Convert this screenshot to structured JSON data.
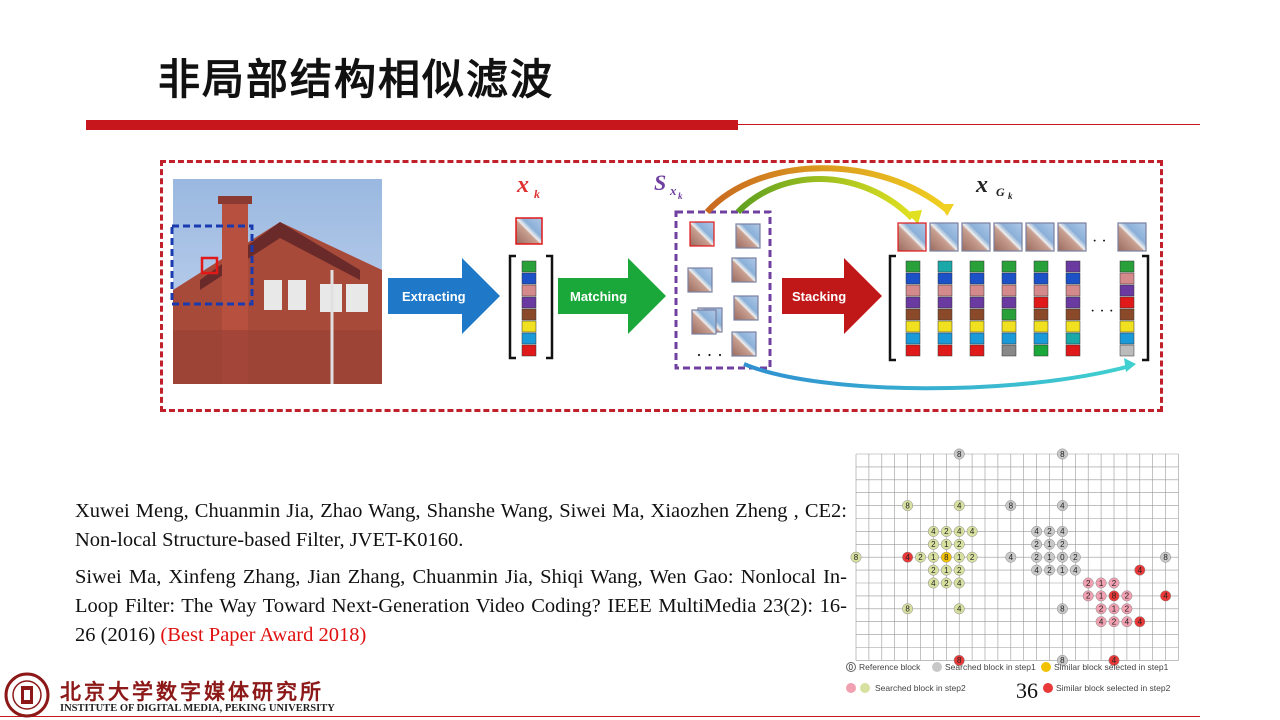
{
  "slide": {
    "title": "非局部结构相似滤波",
    "page_number": "36"
  },
  "figure": {
    "labels": {
      "extracting": "Extracting",
      "matching": "Matching",
      "stacking": "Stacking",
      "xk_main": "x",
      "xk_sub": "k",
      "sxk_main": "S",
      "sxk_sub1": "x",
      "sxk_sub2": "k",
      "xgk_main": "x",
      "xgk_sub1": "G",
      "xgk_sub2": "k",
      "ellipsis": "· · ·"
    },
    "colors": {
      "frame": "#c0202a",
      "extract_arrow": "#1f78c8",
      "match_arrow": "#1aa83a",
      "stack_arrow": "#c01818",
      "block_border": "#7040a0"
    },
    "column_colors": [
      [
        "#2aa03a",
        "#1b52c8",
        "#d48a8a",
        "#6a3aa0",
        "#8a4a2a",
        "#f0e020",
        "#1a9ad8",
        "#e01a1a"
      ],
      [
        "#1aa8a8",
        "#1b52c8",
        "#d48a8a",
        "#6a3aa0",
        "#8a4a2a",
        "#f0e020",
        "#1a9ad8",
        "#e01a1a"
      ],
      [
        "#2aa03a",
        "#1b52c8",
        "#d48a8a",
        "#6a3aa0",
        "#8a4a2a",
        "#f0e020",
        "#1a9ad8",
        "#e01a1a"
      ],
      [
        "#2aa03a",
        "#1b52c8",
        "#d48a8a",
        "#6a3aa0",
        "#2aa03a",
        "#f0e020",
        "#1a9ad8",
        "#888888"
      ],
      [
        "#2aa03a",
        "#1b52c8",
        "#d48a8a",
        "#e01a1a",
        "#8a4a2a",
        "#f0e020",
        "#1a9ad8",
        "#1aa83a"
      ],
      [
        "#6a3aa0",
        "#1b52c8",
        "#d48a8a",
        "#6a3aa0",
        "#8a4a2a",
        "#f0e020",
        "#1aa8a8",
        "#e01a1a"
      ],
      [
        "#2aa03a",
        "#d48a8a",
        "#6a3aa0",
        "#e01a1a",
        "#8a4a2a",
        "#f0e020",
        "#1a9ad8",
        "#bbbbbb"
      ],
      [
        "#888888",
        "#1b52c8",
        "#d48a8a",
        "#6a3aa0",
        "#8a4a2a",
        "#f0e020",
        "#1a9ad8",
        "#e01a1a"
      ]
    ]
  },
  "references": {
    "ref1": "Xuwei Meng, Chuanmin Jia, Zhao Wang, Shanshe Wang, Siwei Ma, Xiaozhen Zheng , CE2: Non-local Structure-based Filter, JVET-K0160.",
    "ref2": "Siwei Ma, Xinfeng Zhang, Jian Zhang, Chuanmin Jia, Shiqi Wang, Wen Gao: Nonlocal In-Loop Filter: The Way Toward Next-Generation Video Coding? IEEE MultiMedia 23(2): 16-26 (2016)",
    "award": "(Best Paper Award 2018)"
  },
  "grid": {
    "legend": {
      "reference": "Reference block",
      "searched1": "Searched block in step1",
      "selected1": "Similar block selected in step1",
      "searched2": "Searched block in step2",
      "selected2": "Similar block selected in step2"
    },
    "colors": {
      "grey": "#c8c8c8",
      "yellow": "#f2c200",
      "pink": "#f0a0b0",
      "green": "#d8e0a0",
      "red": "#e83838"
    }
  },
  "logo": {
    "chinese": "北京大学数字媒体研究所",
    "english": "INSTITUTE OF DIGITAL MEDIA, PEKING UNIVERSITY"
  }
}
